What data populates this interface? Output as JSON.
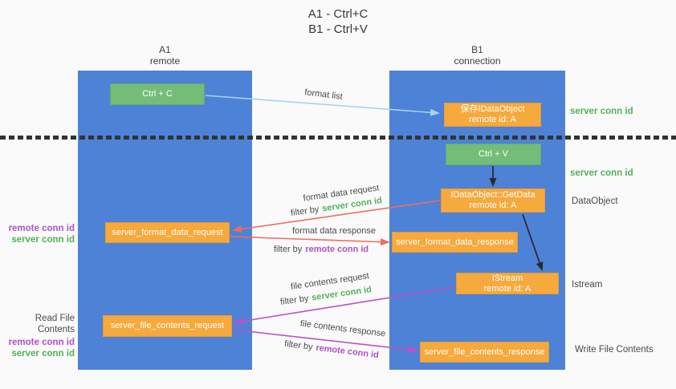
{
  "title": {
    "line1": "A1 - Ctrl+C",
    "line2": "B1 - Ctrl+V"
  },
  "lanes": {
    "a1": {
      "title": "A1",
      "subtitle": "remote"
    },
    "b1": {
      "title": "B1",
      "subtitle": "connection"
    }
  },
  "nodes": {
    "ctrl_c": {
      "label": "Ctrl + C"
    },
    "ctrl_v": {
      "label": "Ctrl + V"
    },
    "save_idataobject": {
      "line1": "保存IDataObject",
      "line2": "remote id: A"
    },
    "getdata": {
      "line1": "IDataObject::GetData",
      "line2": "remote id: A"
    },
    "istream": {
      "line1": "IStream",
      "line2": "remote id: A"
    },
    "format_request": {
      "label": "server_format_data_request"
    },
    "format_response": {
      "label": "server_format_data_response"
    },
    "file_request": {
      "label": "server_file_contents_request"
    },
    "file_response": {
      "label": "server_file_contents_response"
    }
  },
  "edge_labels": {
    "format_list": "format list",
    "format_data_request": "format data request",
    "format_data_response": "format data response",
    "file_contents_request": "file contents request",
    "file_contents_response": "file contents response",
    "filter_by": "filter by",
    "server_conn_id": "server conn id",
    "remote_conn_id": "remote conn id"
  },
  "annotations": {
    "right_server_conn_id_top": "server conn id",
    "right_server_conn_id_mid": "server conn id",
    "dataobject": "DataObject",
    "istream": "Istream",
    "write_file_contents": "Write File Contents",
    "read_file_contents": "Read File Contents",
    "left_remote_conn_id_1": "remote conn id",
    "left_server_conn_id_1": "server conn id",
    "left_remote_conn_id_2": "remote conn id",
    "left_server_conn_id_2": "server conn id"
  },
  "colors": {
    "lane_blue": "#4d82d7",
    "node_orange": "#f6a93c",
    "node_green": "#74bd78",
    "accent_green": "#53b157",
    "accent_purple": "#af52c5",
    "arrow_blue": "#a8d2f2",
    "arrow_red": "#f26c5e",
    "arrow_magenta": "#c14ec8",
    "arrow_black": "#2b2b2b"
  }
}
